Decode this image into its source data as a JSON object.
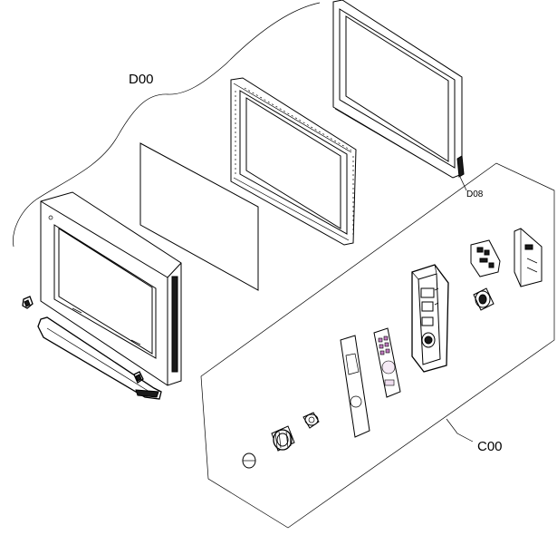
{
  "labels": {
    "door_assembly": "D00",
    "door_part": "D08",
    "control_assembly": "C00"
  }
}
